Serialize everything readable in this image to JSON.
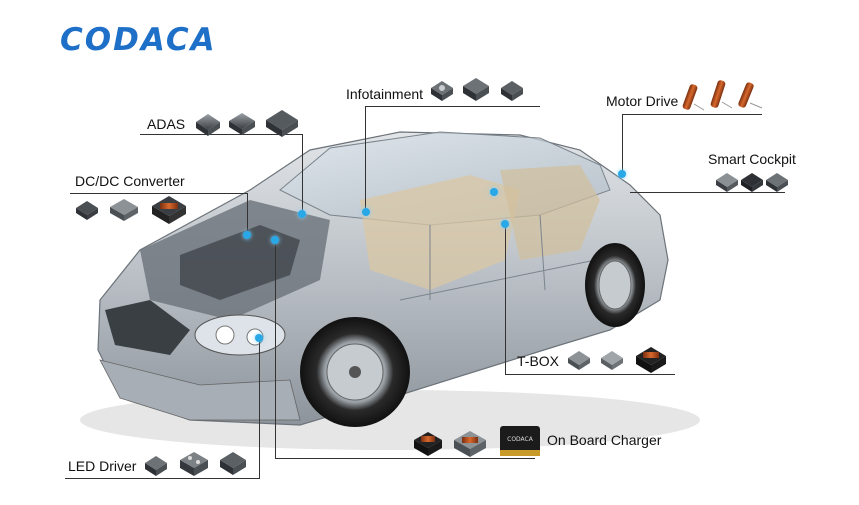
{
  "brand": {
    "logo_text": "CODACA",
    "color": "#1e6fc7"
  },
  "labels": {
    "adas": "ADAS",
    "infotainment": "Infotainment",
    "motor_drive": "Motor Drive",
    "smart_cockpit": "Smart Cockpit",
    "dcdc_converter": "DC/DC Converter",
    "tbox": "T-BOX",
    "led_driver": "LED Driver",
    "on_board_charger": "On Board Charger"
  },
  "chip_text": "CODACA",
  "colors": {
    "accent_dot": "#29a8e8",
    "leader_line": "#333333"
  }
}
